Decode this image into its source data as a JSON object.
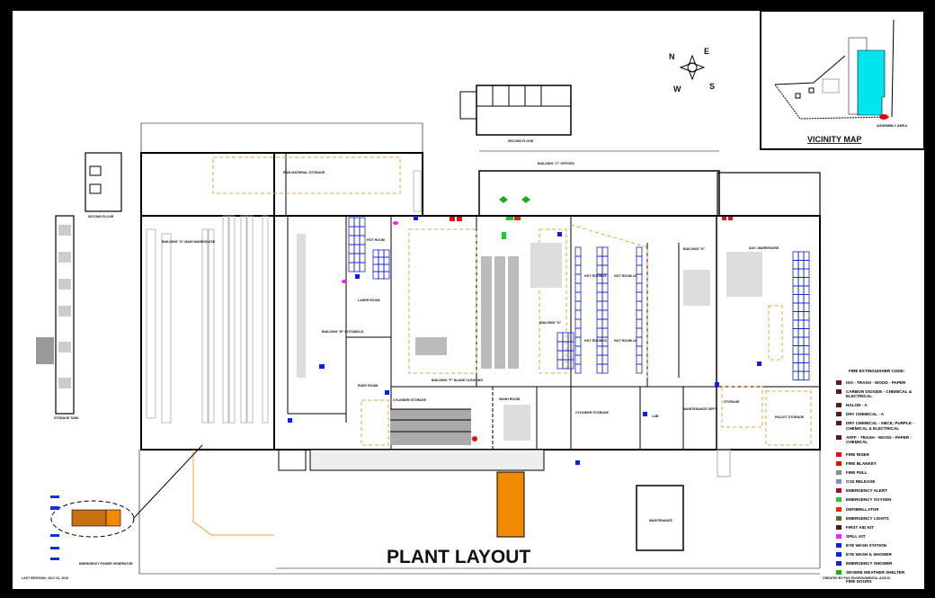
{
  "title": "PLANT LAYOUT",
  "vicinity_map": {
    "title": "VICINITY MAP",
    "assembly_label": "ASSEMBLY AREA"
  },
  "compass": {
    "n": "N",
    "e": "E",
    "s": "S",
    "w": "W"
  },
  "areas": {
    "building_a": "BUILDING \"A\" MAIN WAREHOUSE",
    "raw_material": "RAW MATERIAL STORAGE",
    "hot_room": "HOT ROOM",
    "laser_room": "LASER ROOM",
    "rotomold": "BUILDING \"B\" ROTOMOLD",
    "ruby_room": "RUBY ROOM",
    "offices": "BUILDING \"C\" OFFICES",
    "building_d": "BUILDING \"D\"",
    "building_e": "BUILDING \"E\"",
    "aux_warehouse": "AUX. WAREHOUSE",
    "hot_room_1": "HOT ROOM #1",
    "hot_room_2": "HOT ROOM #2",
    "hot_room_3": "HOT ROOM #3",
    "hot_room_4": "HOT ROOM #4",
    "cylinder_storage": "CYLINDER STORAGE",
    "cylinder_storage_2": "CYLINDER STORAGE",
    "blade_cleaning": "BUILDING \"F\" BLADE CLEANING",
    "wash_room": "WASH ROOM",
    "lab": "LAB",
    "maintenance": "MAINTENANCE DEPT.",
    "storage": "STORAGE",
    "pallet_storage": "PALLET STORAGE",
    "maintenance_bldg": "MAINTENANCE",
    "second_floor": "SECOND FLOOR",
    "second_floor_2": "SECOND FLOOR",
    "storage_tank": "STORAGE TANK",
    "generator": "EMERGENCY POWER GENERATOR"
  },
  "legend": {
    "title": "FIRE EXTINGUISHER CODE:",
    "items": [
      {
        "label": "ISO - TRASH - WOOD - PAPER",
        "color": "#5a1a1a"
      },
      {
        "label": "CARBON DIOXIDE - CHEMICAL & ELECTRICAL",
        "color": "#5a1a1a"
      },
      {
        "label": "HALON - A",
        "color": "#5a1a1a"
      },
      {
        "label": "DRY CHEMICAL - A",
        "color": "#5a1a1a"
      },
      {
        "label": "DRY CHEMICAL - ABCE, PURPLE - CHEMICAL & ELECTRICAL",
        "color": "#5a1a1a"
      },
      {
        "label": "AFFF - TRASH - WOOD - PAPER - CHEMICAL",
        "color": "#5a1a1a"
      },
      {
        "label": "FIRE RISER",
        "color": "#e01010"
      },
      {
        "label": "FIRE BLANKET",
        "color": "#e01010"
      },
      {
        "label": "FIRE PULL",
        "color": "#888888"
      },
      {
        "label": "CO2 RELEASE",
        "color": "#8888cc"
      },
      {
        "label": "EMERGENCY ALERT",
        "color": "#a01020"
      },
      {
        "label": "EMERGENCY OXYGEN",
        "color": "#22cc22"
      },
      {
        "label": "DEFIBRILLATOR",
        "color": "#ee2200"
      },
      {
        "label": "EMERGENCY LIGHTS",
        "color": "#556b2f"
      },
      {
        "label": "FIRST AID KIT",
        "color": "#661111"
      },
      {
        "label": "SPILL KIT",
        "color": "#ee22ee"
      },
      {
        "label": "EYE WASH STATION",
        "color": "#1020e0"
      },
      {
        "label": "EYE WASH & SHOWER",
        "color": "#1020e0"
      },
      {
        "label": "EMERGENCY SHOWER",
        "color": "#1020e0"
      },
      {
        "label": "SEVERE WEATHER SHELTER",
        "color": "#22aa22"
      },
      {
        "label": "FIRE DOORS",
        "color": "#ffffff"
      }
    ]
  },
  "footer": {
    "left": "LAST REVISION: JULY 01, 2010",
    "right": "CREATED BY P&G ENVIRONMENTAL ASSOC."
  },
  "colors": {
    "hot_rack": "#1020d0",
    "orange": "#f28a00",
    "cyan": "#00e5ee",
    "dashed": "#f0a040"
  }
}
